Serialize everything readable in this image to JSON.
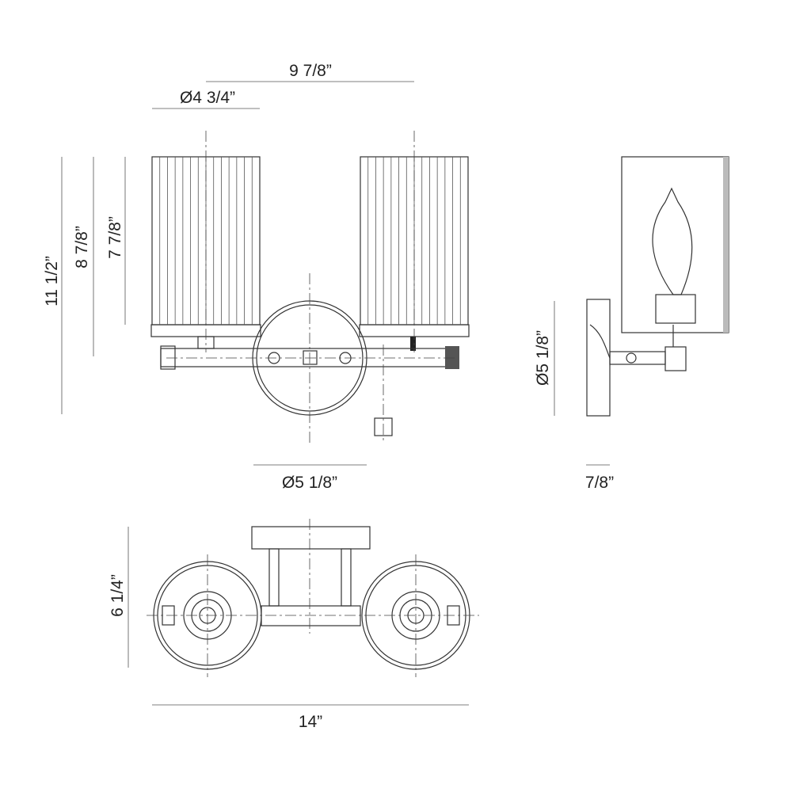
{
  "title": "Two-light fluted wall sconce dimension drawing",
  "front_view": {
    "overall_width": "9 7/8”",
    "shade_diameter": "Ø4 3/4”",
    "overall_height": "11 1/2”",
    "height_to_arm": "8 7/8”",
    "shade_height": "7 7/8”",
    "backplate_diameter": "Ø5 1/8”"
  },
  "side_view": {
    "backplate_diameter": "Ø5 1/8”",
    "backplate_depth": "7/8”"
  },
  "top_view": {
    "extension": "6 1/4”",
    "overall_width": "14”"
  }
}
